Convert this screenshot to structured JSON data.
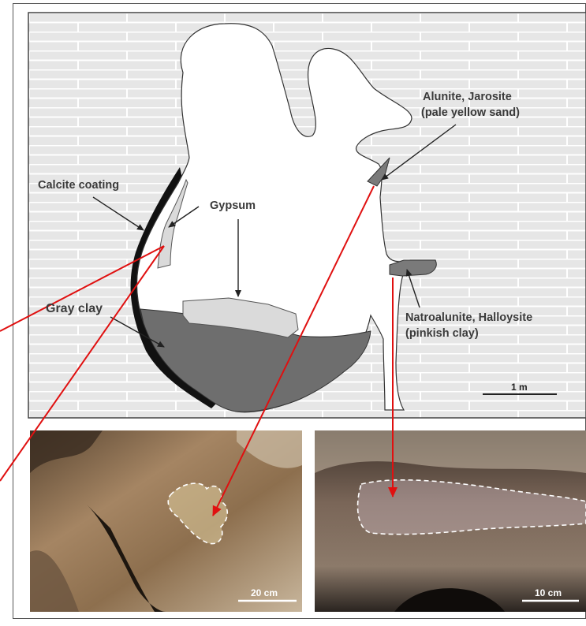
{
  "labels": {
    "calcite": "Calcite coating",
    "gypsum": "Gypsum",
    "gray_clay": "Gray clay",
    "alunite_line1": "Alunite, Jarosite",
    "alunite_line2": "(pale yellow sand)",
    "natro_line1": "Natroalunite, Halloysite",
    "natro_line2": "(pinkish clay)"
  },
  "scale_bars": {
    "diagram": "1 m",
    "photo_left": "20 cm",
    "photo_right": "10 cm"
  },
  "colors": {
    "arrow_red": "#e01010",
    "wall_bg": "#e6e6e6",
    "brick_line": "#ffffff",
    "gray_clay": "#6e6e6e",
    "gypsum_fill": "#dadada",
    "calcite_black": "#111111",
    "photo_rock_left": "#9a7a55",
    "photo_rock_right": "#5e5048"
  }
}
